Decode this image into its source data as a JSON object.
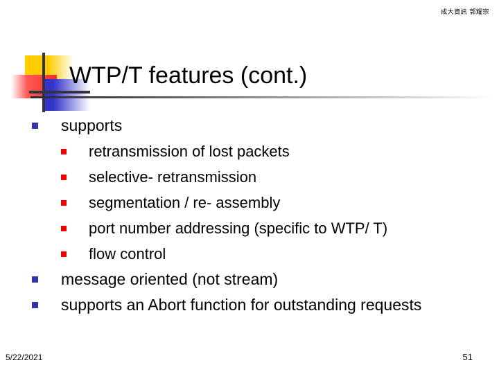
{
  "slide": {
    "header_label": "成大資訊 郭耀宗",
    "title": "WTP/T features (cont.)",
    "footer": {
      "date": "5/22/2021",
      "page_number": "51"
    },
    "colors": {
      "bullet_level1": "#3333aa",
      "bullet_level2": "#ee0000",
      "logo_yellow": "#ffcc00",
      "logo_red": "#f03028",
      "logo_blue": "#3333cc",
      "logo_line": "#333344",
      "rule": "#2b2b33"
    },
    "bullets": [
      {
        "level": 1,
        "text": "supports",
        "children": [
          {
            "level": 2,
            "text": "retransmission of lost packets"
          },
          {
            "level": 2,
            "text": "selective- retransmission"
          },
          {
            "level": 2,
            "text": "segmentation / re- assembly"
          },
          {
            "level": 2,
            "text": "port number addressing (specific to WTP/ T)"
          },
          {
            "level": 2,
            "text": "flow control"
          }
        ]
      },
      {
        "level": 1,
        "text": "message oriented (not stream)",
        "children": []
      },
      {
        "level": 1,
        "text": "supports an Abort function for outstanding requests",
        "children": []
      }
    ]
  }
}
